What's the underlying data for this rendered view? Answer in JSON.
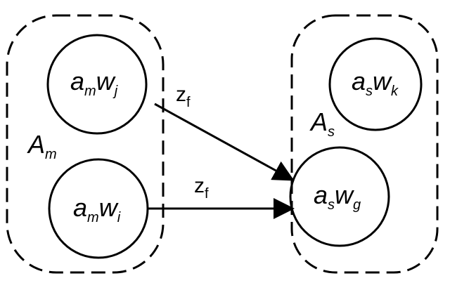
{
  "groups": [
    {
      "id": "Am",
      "label": {
        "main": "A",
        "sub": "m"
      }
    },
    {
      "id": "As",
      "label": {
        "main": "A",
        "sub": "s"
      }
    }
  ],
  "nodes": [
    {
      "id": "amwj",
      "parts": [
        "a",
        "m",
        "w",
        "j"
      ]
    },
    {
      "id": "amwi",
      "parts": [
        "a",
        "m",
        "w",
        "i"
      ]
    },
    {
      "id": "aswk",
      "parts": [
        "a",
        "s",
        "w",
        "k"
      ]
    },
    {
      "id": "aswg",
      "parts": [
        "a",
        "s",
        "w",
        "g"
      ]
    }
  ],
  "edges": [
    {
      "from": "amwj",
      "to": "aswg",
      "label": {
        "main": "z",
        "sub": "f"
      }
    },
    {
      "from": "amwi",
      "to": "aswg",
      "label": {
        "main": "z",
        "sub": "f"
      }
    }
  ],
  "colors": {
    "stroke": "#000000",
    "background": "#ffffff"
  }
}
